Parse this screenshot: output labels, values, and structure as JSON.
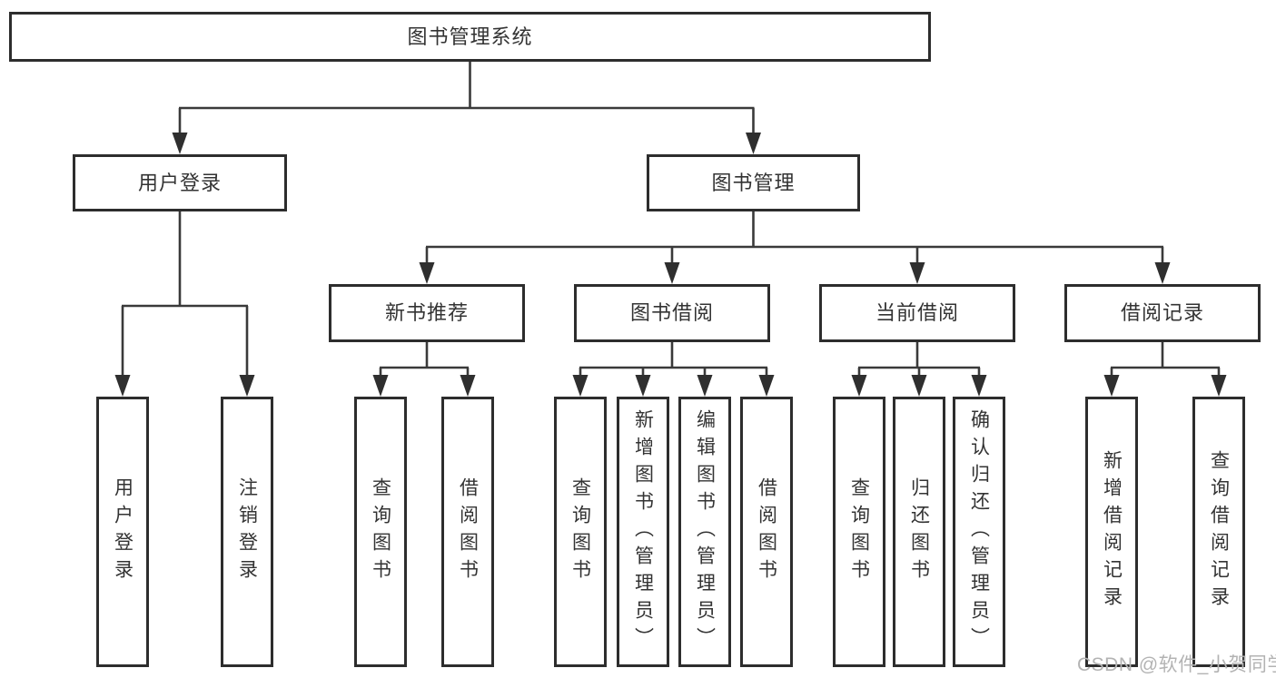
{
  "tree": {
    "label": "图书管理系统",
    "children": [
      {
        "label": "用户登录",
        "children": [
          {
            "label": "用户登录"
          },
          {
            "label": "注销登录"
          }
        ]
      },
      {
        "label": "图书管理",
        "children": [
          {
            "label": "新书推荐",
            "children": [
              {
                "label": "查询图书"
              },
              {
                "label": "借阅图书"
              }
            ]
          },
          {
            "label": "图书借阅",
            "children": [
              {
                "label": "查询图书"
              },
              {
                "label": "新增图书（管理员）"
              },
              {
                "label": "编辑图书（管理员）"
              },
              {
                "label": "借阅图书"
              }
            ]
          },
          {
            "label": "当前借阅",
            "children": [
              {
                "label": "查询图书"
              },
              {
                "label": "归还图书"
              },
              {
                "label": "确认归还（管理员）"
              }
            ]
          },
          {
            "label": "借阅记录",
            "children": [
              {
                "label": "新增借阅记录"
              },
              {
                "label": "查询借阅记录"
              }
            ]
          }
        ]
      }
    ]
  },
  "watermark": {
    "text": "CSDN @软件_小贺同学"
  },
  "colors": {
    "line": "#3a3a3a",
    "box_border": "#2d2d2d",
    "text": "#333333",
    "watermark": "#b3b3b3",
    "background": "#ffffff"
  }
}
